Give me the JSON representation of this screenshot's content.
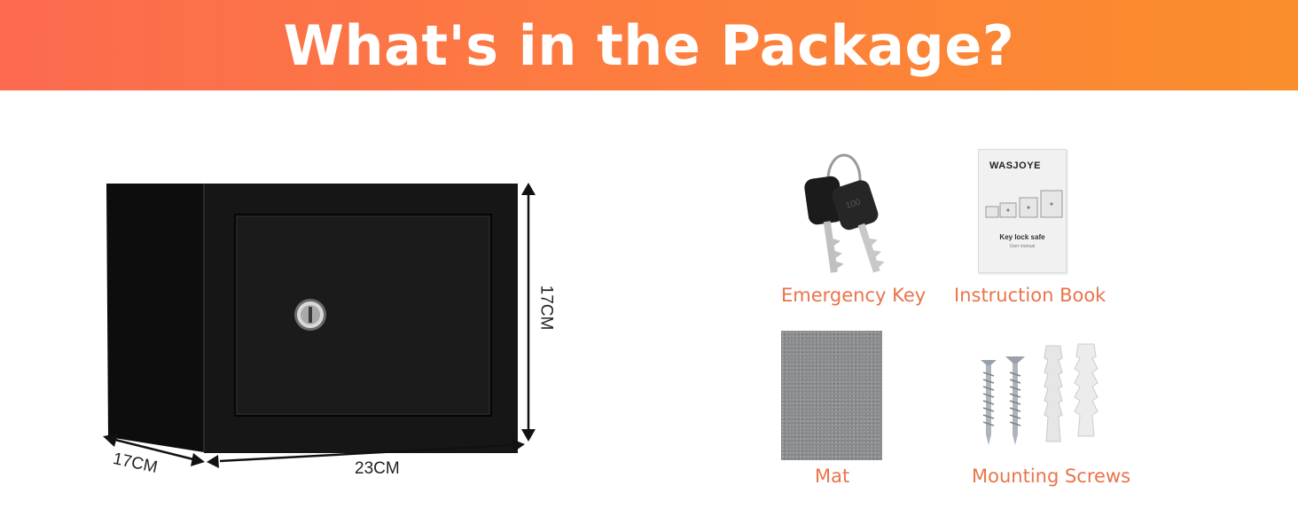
{
  "banner": {
    "title": "What's in the Package?"
  },
  "safe": {
    "dimensions": {
      "width": "23CM",
      "depth": "17CM",
      "height": "17CM"
    }
  },
  "items": {
    "emergency_key": {
      "label": "Emergency Key",
      "icon": "key-icon",
      "key_tag_text": "100"
    },
    "instruction_book": {
      "label": "Instruction Book",
      "icon": "manual-icon",
      "brand": "WASJOYE",
      "cover_title": "Key lock safe",
      "cover_subtitle": "User manual"
    },
    "mat": {
      "label": "Mat",
      "icon": "mat-icon"
    },
    "mounting_screws": {
      "label": "Mounting Screws",
      "icon": "screws-icon"
    }
  },
  "colors": {
    "banner_start": "#fc6a4f",
    "banner_end": "#fa8e2c",
    "label_accent": "#e9744a",
    "safe_body": "#141414"
  }
}
